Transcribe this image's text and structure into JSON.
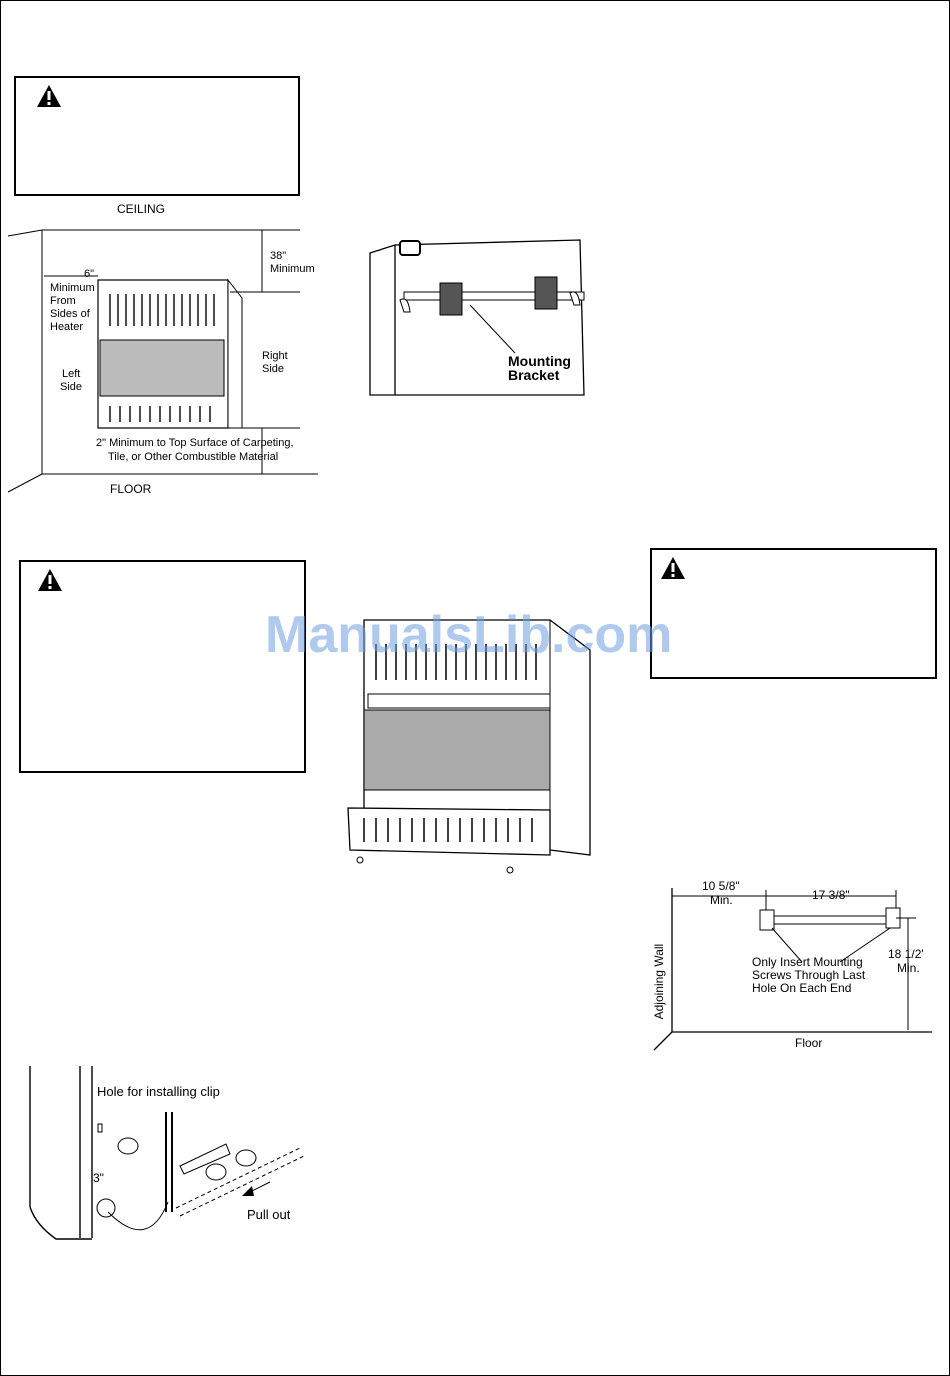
{
  "clearance_figure": {
    "ceiling": "CEILING",
    "floor": "FLOOR",
    "top_clearance": "38\"",
    "top_clearance_2": "Minimum",
    "side_clearance": "6\"",
    "side_line1": "Minimum",
    "side_line2": "From",
    "side_line3": "Sides of",
    "side_line4": "Heater",
    "left_side_1": "Left",
    "left_side_2": "Side",
    "right_side_1": "Right",
    "right_side_2": "Side",
    "floor_note_1": "2\" Minimum to Top Surface of Carpeting,",
    "floor_note_2": "Tile, or Other Combustible Material"
  },
  "bracket_figure": {
    "label_1": "Mounting",
    "label_2": "Bracket"
  },
  "wall_figure": {
    "dim_left": "10 5/8\"",
    "dim_left_2": "Min.",
    "dim_span": "17 3/8\"",
    "dim_height": "18 1/2'",
    "dim_height_2": "Min.",
    "note_1": "Only Insert Mounting",
    "note_2": "Screws Through Last",
    "note_3": "Hole On Each End",
    "adjoining_wall": "Adjoining Wall",
    "floor": "Floor"
  },
  "clip_figure": {
    "hole_label": "Hole for installing clip",
    "dimension": "3\"",
    "pull_label": "Pull out"
  },
  "watermark": "ManualsLib.com"
}
